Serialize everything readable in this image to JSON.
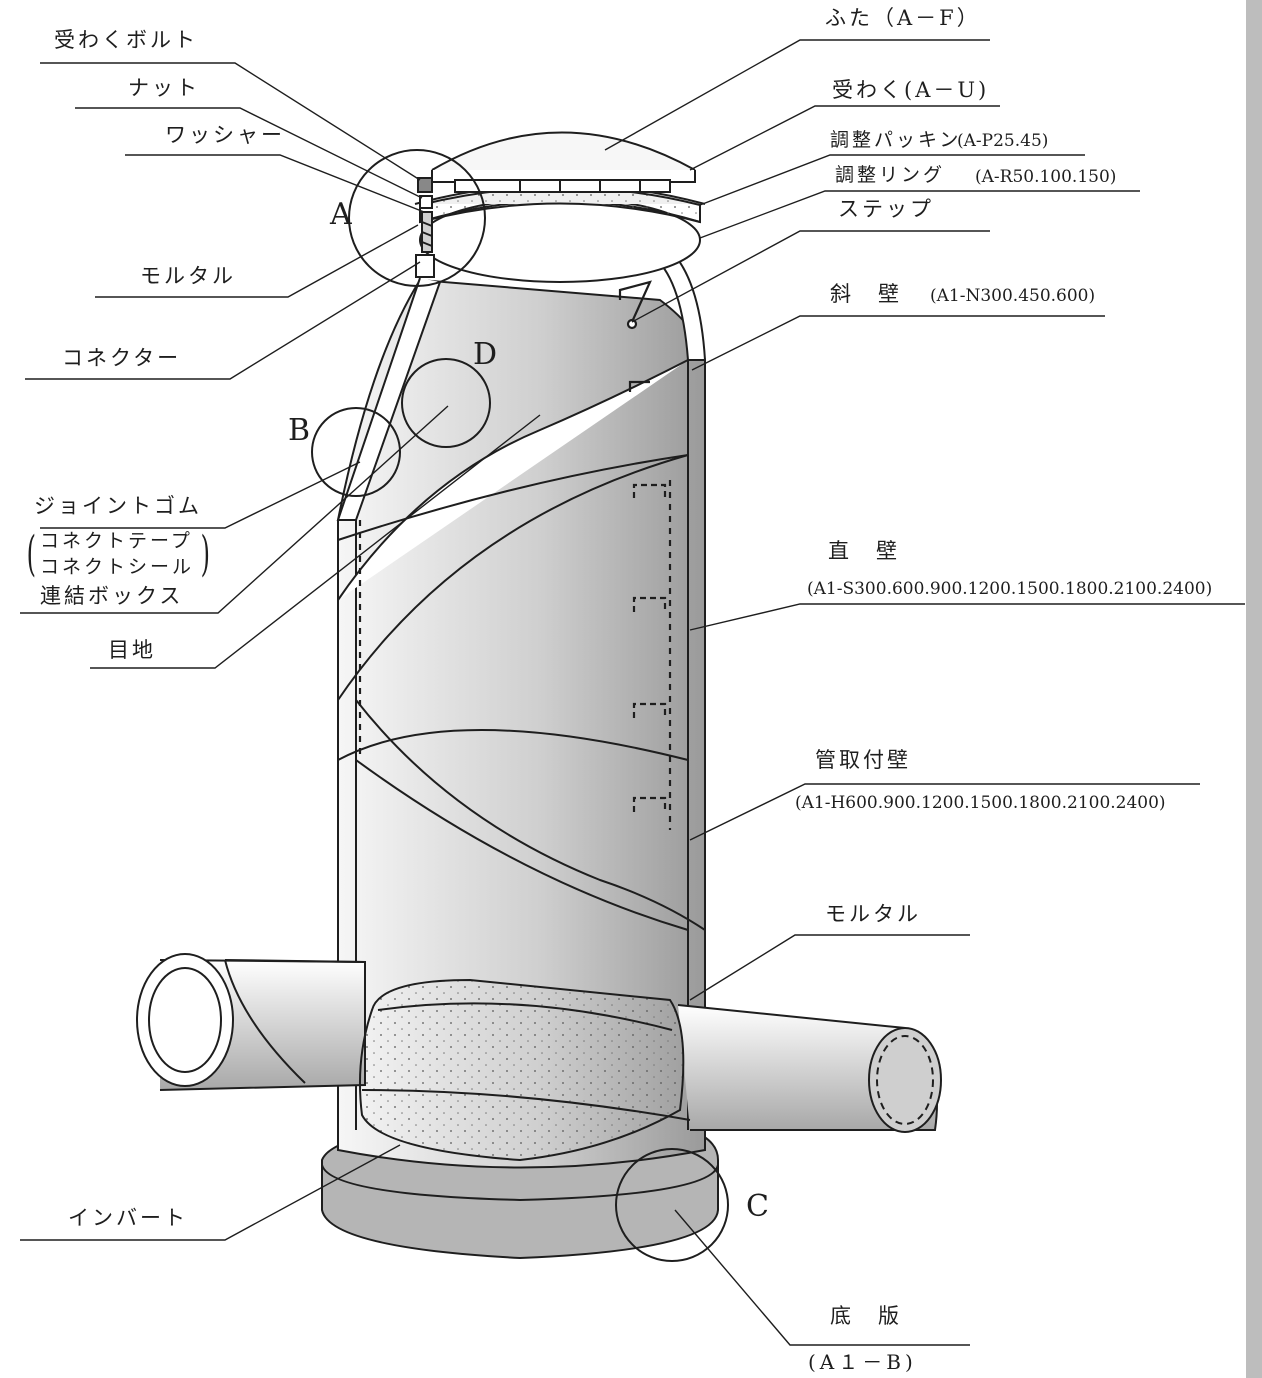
{
  "labels": {
    "lid": "ふた（A－F）",
    "receiving_bolt": "受わくボルト",
    "frame": "受わく(A－U)",
    "nut": "ナット",
    "adj_packing": "調整パッキン",
    "adj_packing_code": "(A-P25.45)",
    "adj_ring": "調整リング",
    "adj_ring_code": "(A-R50.100.150)",
    "washer": "ワッシャー",
    "step": "ステップ",
    "mortar_top": "モルタル",
    "slope_wall": "斜　壁",
    "slope_wall_code": "(A1-N300.450.600)",
    "connector": "コネクター",
    "joint_rubber": "ジョイントゴム",
    "connect_tape": "コネクトテープ",
    "connect_seal": "コネクトシール",
    "link_box": "連結ボックス",
    "straight_wall": "直　壁",
    "straight_wall_code": "(A1-S300.600.900.1200.1500.1800.2100.2400)",
    "joint": "目地",
    "pipe_wall": "管取付壁",
    "pipe_wall_code": "(A1-H600.900.1200.1500.1800.2100.2400)",
    "mortar_bottom": "モルタル",
    "invert": "インバート",
    "base_slab": "底　版",
    "base_slab_code": "(A１－B)"
  },
  "callouts": {
    "a": "A",
    "b": "B",
    "c": "C",
    "d": "D"
  },
  "colors": {
    "ink": "#1e1e1e",
    "shade": "#9a9a9a",
    "paper": "#ffffff",
    "sidebar": "#bdbdbd"
  }
}
